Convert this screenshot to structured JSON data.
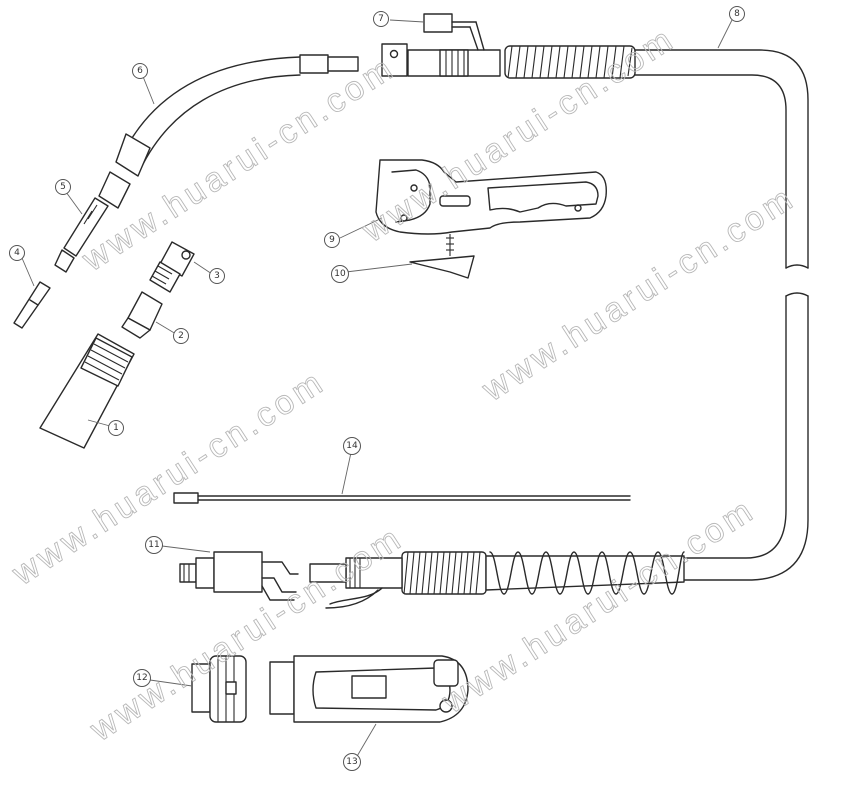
{
  "diagram": {
    "callouts": [
      "1",
      "2",
      "3",
      "4",
      "5",
      "6",
      "7",
      "8",
      "9",
      "10",
      "11",
      "12",
      "13",
      "14"
    ],
    "watermark_text": "www.huarui-cn.com"
  },
  "colors": {
    "line": "#2a2a2a",
    "watermark": "#b8b8b8",
    "background": "#ffffff"
  }
}
